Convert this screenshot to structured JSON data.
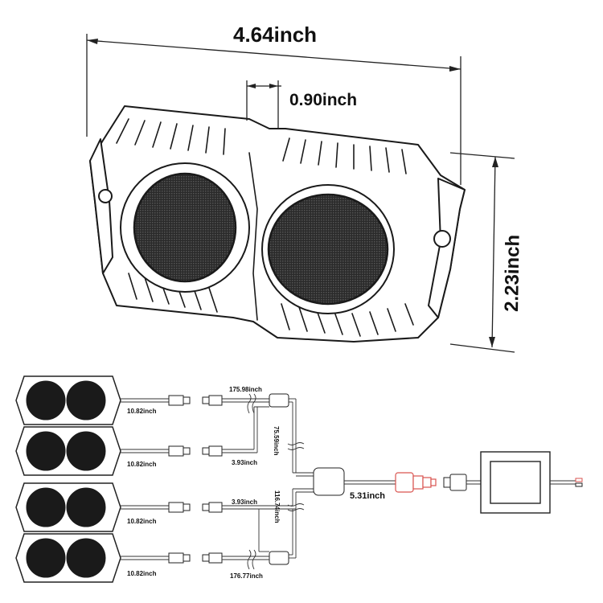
{
  "main_dimensions": {
    "width": "4.64inch",
    "gap": "0.90inch",
    "height": "2.23inch"
  },
  "wiring": {
    "lead_lengths": [
      "10.82inch",
      "10.82inch",
      "10.82inch",
      "10.82inch"
    ],
    "top_branch": "175.98inch",
    "upper_vertical": "75.59inch",
    "upper_short": "3.93inch",
    "lower_short": "3.93inch",
    "lower_vertical": "116.74inch",
    "bottom_branch": "176.77inch",
    "main_lead": "5.31inch"
  },
  "colors": {
    "line": "#222222",
    "connector_accent": "#d9534f"
  }
}
